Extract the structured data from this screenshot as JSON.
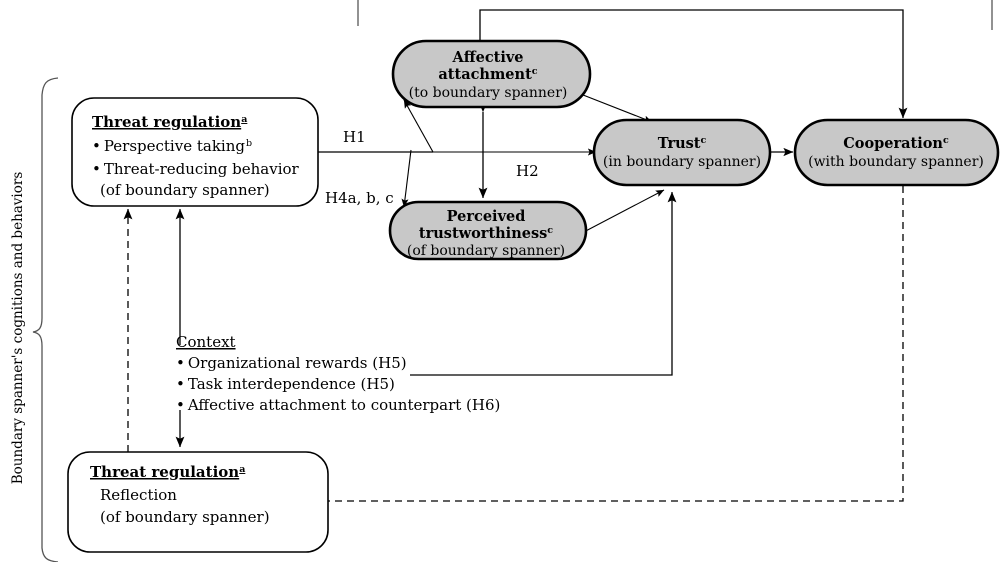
{
  "figure": {
    "bracket_label": "Boundary spanner's cognitions and behaviors"
  },
  "nodes": {
    "threat_regulation_top": {
      "title": "Threat regulation",
      "title_sup": "a",
      "bullets": [
        {
          "text": "Perspective taking",
          "sup": "b"
        },
        {
          "text": "Threat-reducing behavior",
          "sup": ""
        }
      ],
      "qualifier": "(of boundary spanner)",
      "style": "plain"
    },
    "threat_regulation_bottom": {
      "title": "Threat regulation",
      "title_sup": "a",
      "line1": "Reflection",
      "qualifier": "(of boundary spanner)",
      "style": "plain"
    },
    "affective_attachment": {
      "title_line1": "Affective",
      "title_line2": "attachment",
      "title_sup": "c",
      "qualifier": "(to boundary spanner)",
      "style": "shaded"
    },
    "perceived_trustworthiness": {
      "title_line1": "Perceived",
      "title_line2": "trustworthiness",
      "title_sup": "c",
      "qualifier": "(of boundary spanner)",
      "style": "shaded"
    },
    "trust": {
      "title": "Trust",
      "title_sup": "c",
      "qualifier": "(in boundary spanner)",
      "style": "shaded"
    },
    "cooperation": {
      "title": "Cooperation",
      "title_sup": "c",
      "qualifier": "(with boundary spanner)",
      "style": "shaded"
    }
  },
  "context": {
    "heading": "Context",
    "items": [
      "Organizational rewards (H5)",
      "Task interdependence (H5)",
      "Affective attachment to counterpart (H6)"
    ]
  },
  "hypotheses": {
    "h1": "H1",
    "h2": "H2",
    "h4": "H4a, b, c"
  },
  "colors": {
    "shaded_fill": "#c8c8c8",
    "plain_fill": "#ffffff",
    "stroke": "#000000"
  }
}
